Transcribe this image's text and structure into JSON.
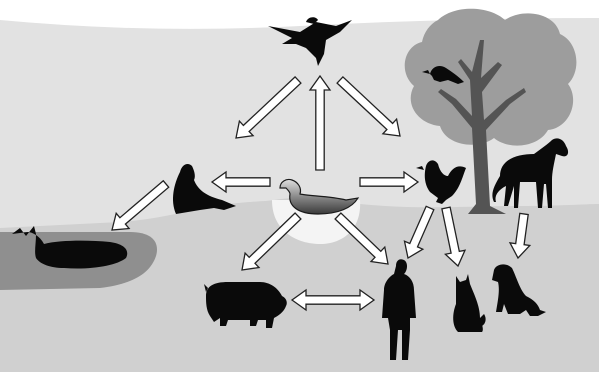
{
  "diagram": {
    "type": "food-web",
    "nodes": [
      {
        "id": "bird-of-prey",
        "icon": "bird-of-prey-icon"
      },
      {
        "id": "duck",
        "icon": "duck-icon"
      },
      {
        "id": "seal",
        "icon": "seal-icon"
      },
      {
        "id": "whale",
        "icon": "whale-icon"
      },
      {
        "id": "rooster",
        "icon": "rooster-icon"
      },
      {
        "id": "horse",
        "icon": "horse-icon"
      },
      {
        "id": "crow",
        "icon": "crow-icon"
      },
      {
        "id": "tree",
        "icon": "tree-icon"
      },
      {
        "id": "pig",
        "icon": "pig-icon"
      },
      {
        "id": "human",
        "icon": "human-icon"
      },
      {
        "id": "cat",
        "icon": "cat-icon"
      },
      {
        "id": "dog",
        "icon": "dog-icon"
      }
    ],
    "edges": [
      {
        "from": "bird-of-prey",
        "to": "seal",
        "direction": "forward"
      },
      {
        "from": "bird-of-prey",
        "to": "rooster",
        "direction": "forward"
      },
      {
        "from": "duck",
        "to": "bird-of-prey",
        "direction": "forward"
      },
      {
        "from": "duck",
        "to": "seal",
        "direction": "forward"
      },
      {
        "from": "duck",
        "to": "rooster",
        "direction": "forward"
      },
      {
        "from": "duck",
        "to": "pig",
        "direction": "forward"
      },
      {
        "from": "duck",
        "to": "human",
        "direction": "forward"
      },
      {
        "from": "seal",
        "to": "whale",
        "direction": "forward"
      },
      {
        "from": "rooster",
        "to": "human",
        "direction": "forward"
      },
      {
        "from": "rooster",
        "to": "cat",
        "direction": "forward"
      },
      {
        "from": "horse",
        "to": "dog",
        "direction": "forward"
      },
      {
        "from": "pig",
        "to": "human",
        "direction": "both"
      }
    ],
    "colors": {
      "background": "#ffffff",
      "land": "#e2e2e2",
      "water": "#8f8f8f",
      "pond": "#f4f4f4",
      "tree_canopy": "#9d9d9d",
      "tree_trunk": "#545454",
      "silhouette": "#0a0a0a",
      "arrow_fill": "#ffffff",
      "arrow_stroke": "#222222"
    }
  }
}
